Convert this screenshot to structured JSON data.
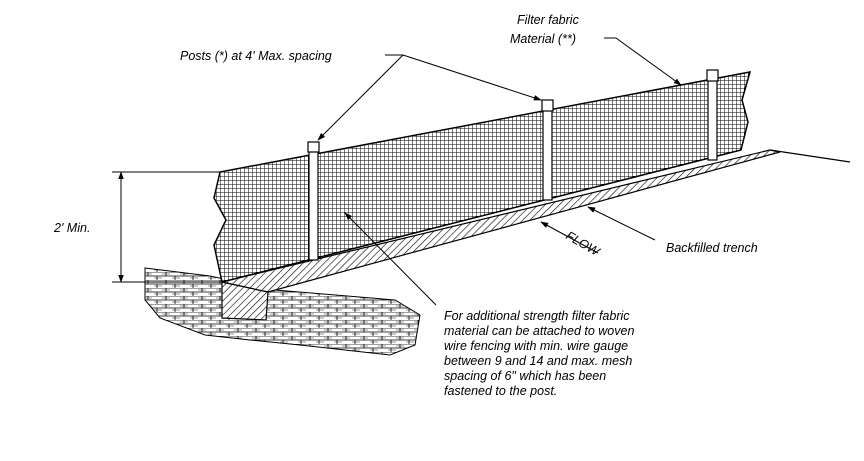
{
  "labels": {
    "filter_fabric_line1": "Filter fabric",
    "filter_fabric_line2": "Material (**)",
    "posts": "Posts (*) at 4' Max. spacing",
    "height_min": "2' Min.",
    "flow": "FLOW",
    "backfilled_trench": "Backfilled trench"
  },
  "note_lines": [
    "For additional strength filter fabric",
    "material can be attached to woven",
    "wire fencing with min. wire gauge",
    "between 9 and 14 and max. mesh",
    "spacing of 6\" which has been",
    "fastened to the post."
  ],
  "colors": {
    "ink": "#000000",
    "background": "#ffffff"
  }
}
